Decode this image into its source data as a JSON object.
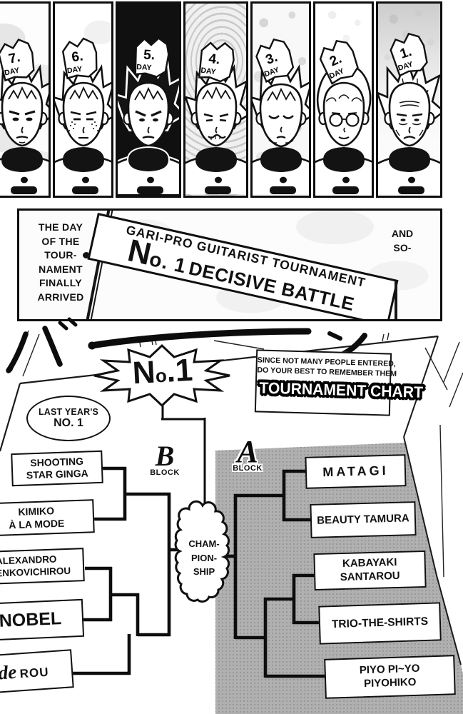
{
  "days": [
    {
      "num": "7.",
      "label": "DAY"
    },
    {
      "num": "6.",
      "label": "DAY"
    },
    {
      "num": "5.",
      "label": "DAY"
    },
    {
      "num": "4.",
      "label": "DAY"
    },
    {
      "num": "3.",
      "label": "DAY"
    },
    {
      "num": "2.",
      "label": "DAY"
    },
    {
      "num": "1.",
      "label": "DAY"
    }
  ],
  "intro": {
    "left_lines": [
      "THE DAY",
      "OF THE",
      "TOUR-",
      "NAMENT",
      "FINALLY",
      "ARRIVED"
    ],
    "banner_line1": "GARI-PRO GUITARIST TOURNAMENT",
    "banner_no_n": "N",
    "banner_no_rest": "o. 1",
    "banner_line2": "DECISIVE BATTLE",
    "aside_lines": [
      "AND",
      "SO-"
    ]
  },
  "sfx": {
    "left": "バ",
    "right": "ン"
  },
  "chart": {
    "burst_parts": [
      "N",
      "o",
      ".1"
    ],
    "last_year": [
      "LAST YEAR'S",
      "NO. 1"
    ],
    "note_lines": [
      "SINCE NOT MANY PEOPLE ENTERED,",
      "DO YOUR BEST TO REMEMBER THEM"
    ],
    "title": "TOURNAMENT CHART",
    "championship": [
      "CHAM-",
      "PION-",
      "SHIP"
    ],
    "b_block": {
      "letter": "B",
      "label": "BLOCK",
      "entrants": [
        [
          "SHOOTING",
          "STAR GINGA"
        ],
        [
          "KIMIKO",
          "À LA MODE"
        ],
        [
          "ALEXANDRO",
          "SHENKOVICHIROU"
        ],
        [
          "NOBEL"
        ],
        [
          "de",
          "ROU"
        ]
      ]
    },
    "a_block": {
      "letter": "A",
      "label": "BLOCK",
      "entrants": [
        [
          "MATAGI"
        ],
        [
          "BEAUTY TAMURA"
        ],
        [
          "KABAYAKI",
          "SANTAROU"
        ],
        [
          "TRIO-THE-SHIRTS"
        ],
        [
          "PIYO PI~YO",
          "PIYOHIKO"
        ]
      ]
    }
  }
}
